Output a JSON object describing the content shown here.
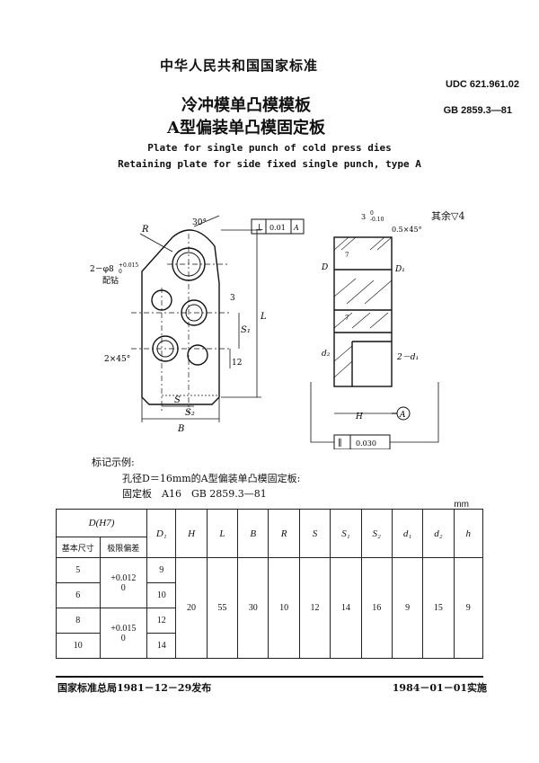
{
  "header": {
    "standard": "中华人民共和国国家标准",
    "udc": "UDC 621.961.02",
    "gb": "GB 2859.3—81"
  },
  "title": {
    "cn_line1": "冷冲模单凸模模板",
    "cn_line2": "A型偏装单凸模固定板",
    "en_line1": "Plate for single punch of cold press dies",
    "en_line2": "Retaining plate for side fixed single punch, type A"
  },
  "drawing": {
    "rest_roughness": "其余▽4",
    "angle": "30°",
    "label_R": "R",
    "holes_note": "2－φ8",
    "holes_tol": "+0.015",
    "holes_tol_low": "0",
    "assembly_note": "配钻",
    "chamfer": "2×45°",
    "dim_3": "3",
    "dim_S1": "S₁",
    "dim_L": "L",
    "dim_12": "12",
    "dim_S": "S",
    "dim_S2": "S₂",
    "dim_B": "B",
    "gdt_perp_value": "0.01",
    "gdt_perp_datum": "A",
    "top_dim": "3",
    "top_dim_tol_up": "0",
    "top_dim_tol_low": "-0.10",
    "chamfer2": "0.5×45°",
    "dim_D": "D",
    "dim_D1": "D₁",
    "dim_d2": "d₂",
    "dim_2d1": "2－d₁",
    "dim_H": "H",
    "datum_A": "A",
    "gdt_par_value": "0.030",
    "rough_7": "7"
  },
  "marking": {
    "heading": "标记示例:",
    "line1": "孔径D＝16mm的A型偏装单凸模固定板:",
    "line2": "固定板　A16　GB 2859.3—81"
  },
  "table": {
    "unit": "mm",
    "header_D": "D(H7)",
    "header_nominal": "基本尺寸",
    "header_limit": "极限偏差",
    "columns": [
      "D₁",
      "H",
      "L",
      "B",
      "R",
      "S",
      "S₁",
      "S₂",
      "d₁",
      "d₂",
      "h"
    ],
    "nominal": [
      "5",
      "6",
      "8",
      "10"
    ],
    "limit_a": "+0.012\n0",
    "limit_b": "+0.015\n0",
    "D1": [
      "9",
      "10",
      "12",
      "14"
    ],
    "common": [
      "20",
      "55",
      "30",
      "10",
      "12",
      "14",
      "16",
      "9",
      "15",
      "9"
    ]
  },
  "footer": {
    "issued": "国家标准总局1981－12－29发布",
    "implemented": "1984－01－01实施"
  }
}
